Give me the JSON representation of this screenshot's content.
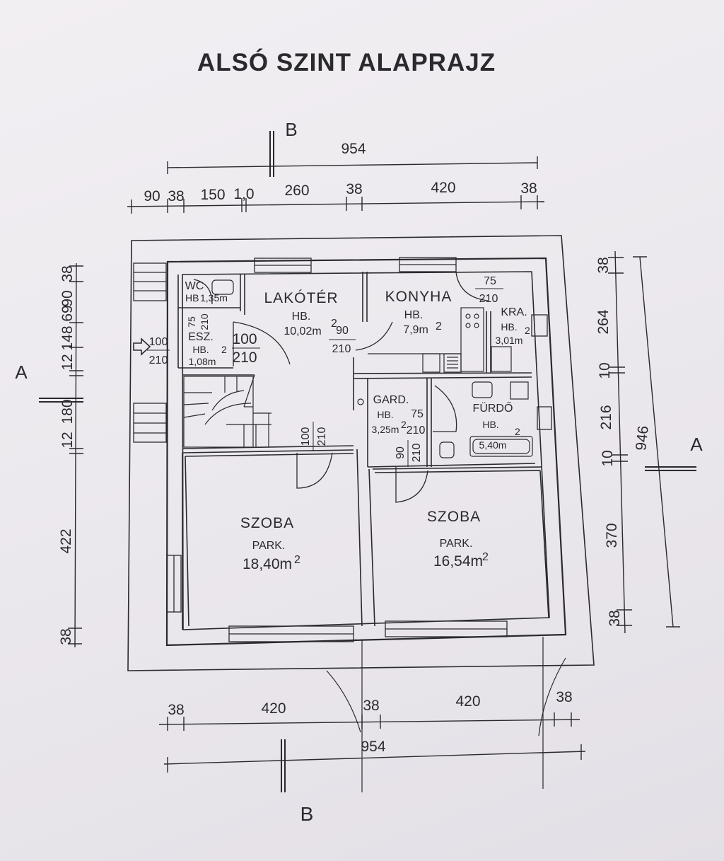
{
  "title": "ALSÓ SZINT ALAPRAJZ",
  "sections": {
    "b_top": "B",
    "b_bottom": "B",
    "a_left": "A",
    "a_right": "A"
  },
  "dims": {
    "top_total": "954",
    "top": [
      "90",
      "38",
      "150",
      "1,0",
      "260",
      "38",
      "420",
      "38"
    ],
    "bottom": [
      "38",
      "420",
      "38",
      "420",
      "38"
    ],
    "bottom_total": "954",
    "left": [
      "38",
      "90",
      "69",
      "148",
      "12",
      "180",
      "12",
      "422",
      "38"
    ],
    "right": [
      "38",
      "264",
      "10",
      "216",
      "10",
      "370",
      "38"
    ],
    "right_total": "946"
  },
  "rooms": {
    "wc": {
      "name": "WC",
      "floor": "HB",
      "area": "1,35m"
    },
    "lakoter": {
      "name": "LAKÓTÉR",
      "floor": "HB.",
      "area": "10,02m",
      "sup": "2"
    },
    "konyha": {
      "name": "KONYHA",
      "floor": "HB.",
      "area": "7,9m",
      "sup": "2"
    },
    "kamra": {
      "name": "KRA.",
      "floor": "HB.",
      "area": "3,01m",
      "sup": "2"
    },
    "eloter": {
      "name": "ESZ.",
      "floor": "HB.",
      "area": "1,08m",
      "sup": "2"
    },
    "gard": {
      "name": "GARD.",
      "floor": "HB.",
      "area": "3,25m",
      "sup": "2"
    },
    "furdo": {
      "name": "FÜRDŐ",
      "floor": "HB.",
      "area": "5,40m",
      "sup": "2"
    },
    "szoba1": {
      "name": "SZOBA",
      "floor": "PARK.",
      "area": "18,40m",
      "sup": "2"
    },
    "szoba2": {
      "name": "SZOBA",
      "floor": "PARK.",
      "area": "16,54m",
      "sup": "2"
    }
  },
  "doors": {
    "entry": [
      "100",
      "210"
    ],
    "esz": [
      "100",
      "210"
    ],
    "wc": [
      "75",
      "210"
    ],
    "lakoter": [
      "90",
      "210"
    ],
    "kamra": [
      "75",
      "210"
    ],
    "gard": [
      "75",
      "210"
    ],
    "szoba1": [
      "100",
      "210"
    ],
    "szoba2": [
      "90",
      "210"
    ]
  }
}
